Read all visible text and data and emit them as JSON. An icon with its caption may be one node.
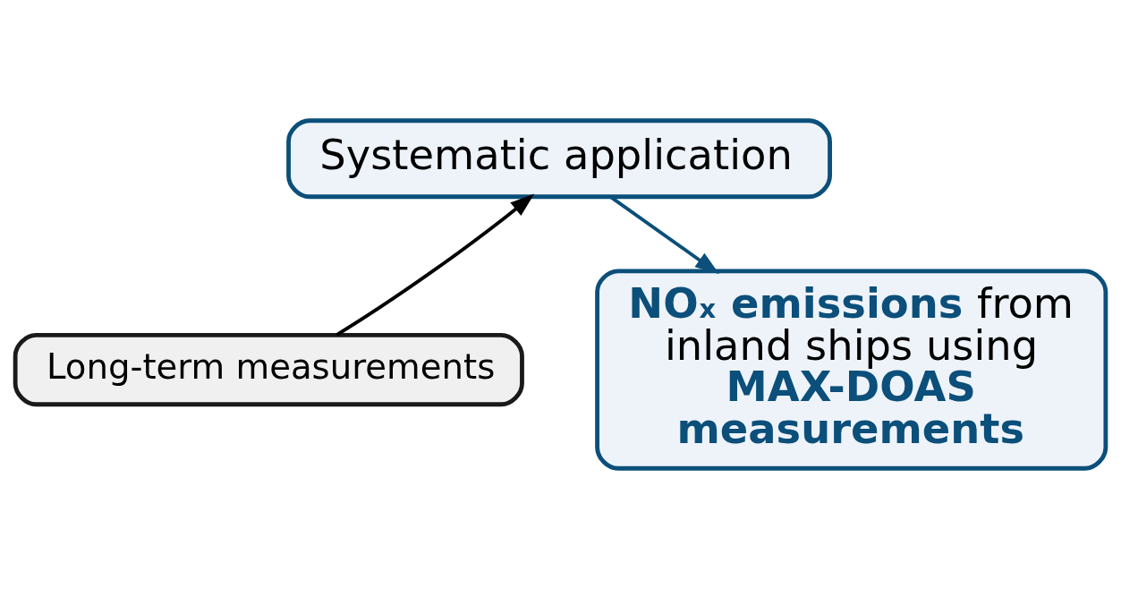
{
  "diagram": {
    "nodes": [
      {
        "text": [
          "Systematic application"
        ]
      },
      {
        "text": [
          "Long-term measurements"
        ]
      },
      {
        "text": [
          "**NO$_{x}$ emissions** from inland ships using **MAX-DOAS measurements**"
        ]
      }
    ],
    "edges": [
      {
        "from": 1,
        "to": 0,
        "arrow": "to"
      },
      {
        "from": 0,
        "to": 2,
        "arrow": "to",
        "color": "#0b4f7a"
      }
    ]
  }
}
